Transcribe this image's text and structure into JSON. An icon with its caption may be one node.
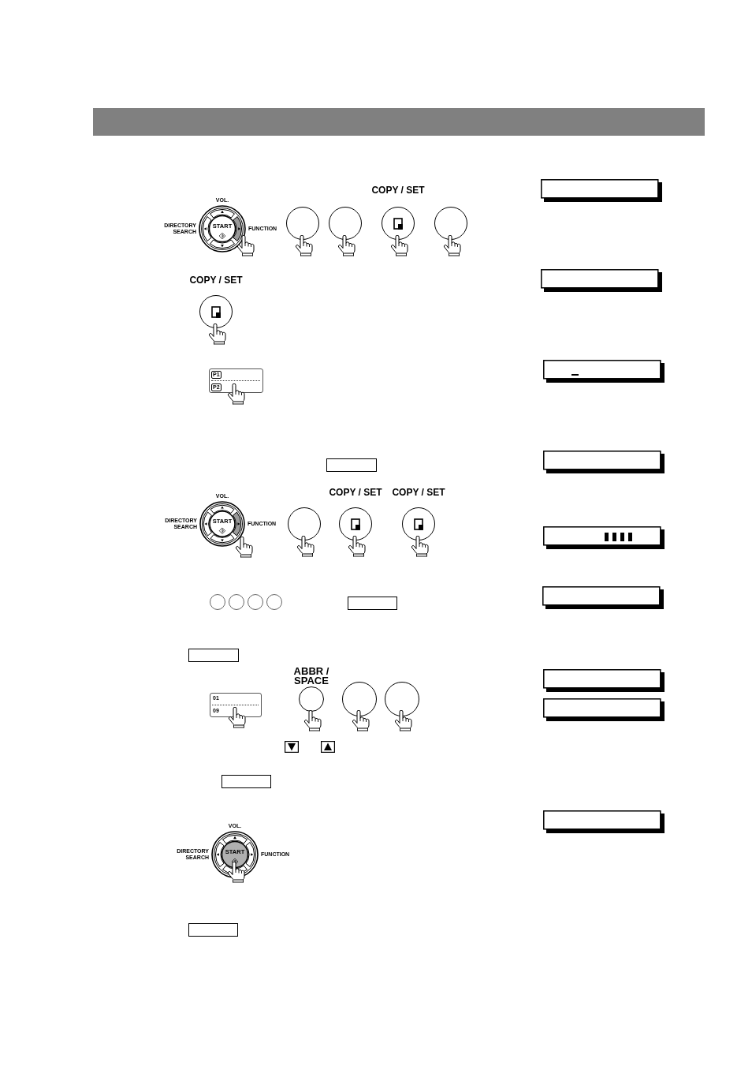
{
  "diagram": {
    "nodes": [
      {
        "text": [],
        "shape": "bar"
      },
      {
        "text": [
          "START"
        ],
        "beside": [
          "VOL.",
          "DIRECTORY SEARCH",
          "FUNCTION"
        ]
      },
      {
        "text": [],
        "shape": "circle"
      },
      {
        "text": [],
        "shape": "circle"
      },
      {
        "text": [
          "COPY / SET"
        ]
      },
      {
        "text": [],
        "shape": "circle"
      },
      {
        "text": [],
        "shape": "box"
      },
      {
        "text": [
          "COPY / SET"
        ]
      },
      {
        "text": [],
        "shape": "box"
      },
      {
        "text": [
          "P1",
          "P2"
        ]
      },
      {
        "text": [],
        "shape": "box"
      },
      {
        "text": [],
        "shape": "box"
      },
      {
        "text": [],
        "shape": "box"
      },
      {
        "text": [
          "START"
        ],
        "beside": [
          "VOL.",
          "DIRECTORY SEARCH",
          "FUNCTION"
        ]
      },
      {
        "text": [],
        "shape": "circle"
      },
      {
        "text": [
          "COPY / SET"
        ]
      },
      {
        "text": [
          "COPY / SET"
        ]
      },
      {
        "text": [],
        "shape": "box"
      },
      {
        "text": [],
        "shape": "circle"
      },
      {
        "text": [],
        "shape": "circle"
      },
      {
        "text": [],
        "shape": "circle"
      },
      {
        "text": [],
        "shape": "circle"
      },
      {
        "text": [],
        "shape": "box"
      },
      {
        "text": [],
        "shape": "box"
      },
      {
        "text": [],
        "shape": "box"
      },
      {
        "text": [],
        "shape": "box"
      },
      {
        "text": [],
        "shape": "box"
      },
      {
        "text": [
          "01",
          "09"
        ]
      },
      {
        "text": [
          "ABBR / SPACE"
        ]
      },
      {
        "text": [],
        "shape": "circle"
      },
      {
        "text": [],
        "shape": "circle"
      },
      {
        "text": [],
        "shape": "box"
      },
      {
        "text": [],
        "shape": "box"
      },
      {
        "text": [
          "START"
        ],
        "beside": [
          "VOL.",
          "DIRECTORY SEARCH",
          "FUNCTION"
        ]
      },
      {
        "text": [],
        "shape": "box"
      }
    ]
  }
}
